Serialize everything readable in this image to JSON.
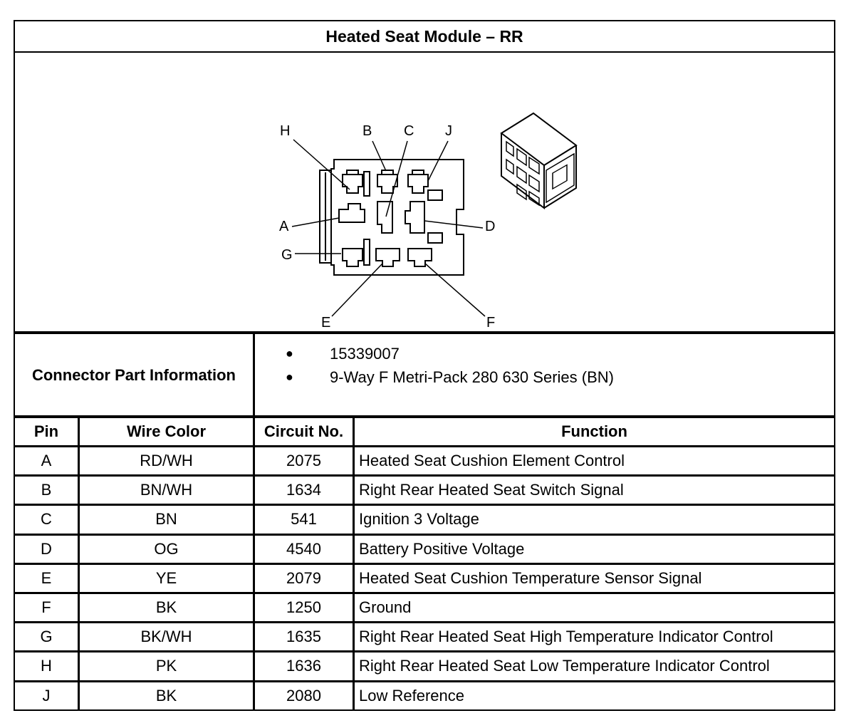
{
  "title": "Heated Seat Module – RR",
  "diagram": {
    "pin_labels": [
      "H",
      "B",
      "C",
      "J",
      "A",
      "D",
      "G",
      "E",
      "F"
    ]
  },
  "connector": {
    "label": "Connector Part Information",
    "items": [
      "15339007",
      "9-Way F Metri-Pack 280 630 Series (BN)"
    ]
  },
  "table": {
    "headers": {
      "pin": "Pin",
      "wire_color": "Wire Color",
      "circuit": "Circuit No.",
      "function": "Function"
    },
    "rows": [
      {
        "pin": "A",
        "wire": "RD/WH",
        "circuit": "2075",
        "function": "Heated Seat Cushion Element Control"
      },
      {
        "pin": "B",
        "wire": "BN/WH",
        "circuit": "1634",
        "function": "Right Rear Heated Seat Switch Signal"
      },
      {
        "pin": "C",
        "wire": "BN",
        "circuit": "541",
        "function": "Ignition 3 Voltage"
      },
      {
        "pin": "D",
        "wire": "OG",
        "circuit": "4540",
        "function": "Battery Positive Voltage"
      },
      {
        "pin": "E",
        "wire": "YE",
        "circuit": "2079",
        "function": "Heated Seat Cushion Temperature Sensor Signal"
      },
      {
        "pin": "F",
        "wire": "BK",
        "circuit": "1250",
        "function": "Ground"
      },
      {
        "pin": "G",
        "wire": "BK/WH",
        "circuit": "1635",
        "function": "Right Rear Heated Seat High Temperature Indicator Control"
      },
      {
        "pin": "H",
        "wire": "PK",
        "circuit": "1636",
        "function": "Right Rear Heated Seat Low Temperature Indicator Control"
      },
      {
        "pin": "J",
        "wire": "BK",
        "circuit": "2080",
        "function": "Low Reference"
      }
    ]
  }
}
